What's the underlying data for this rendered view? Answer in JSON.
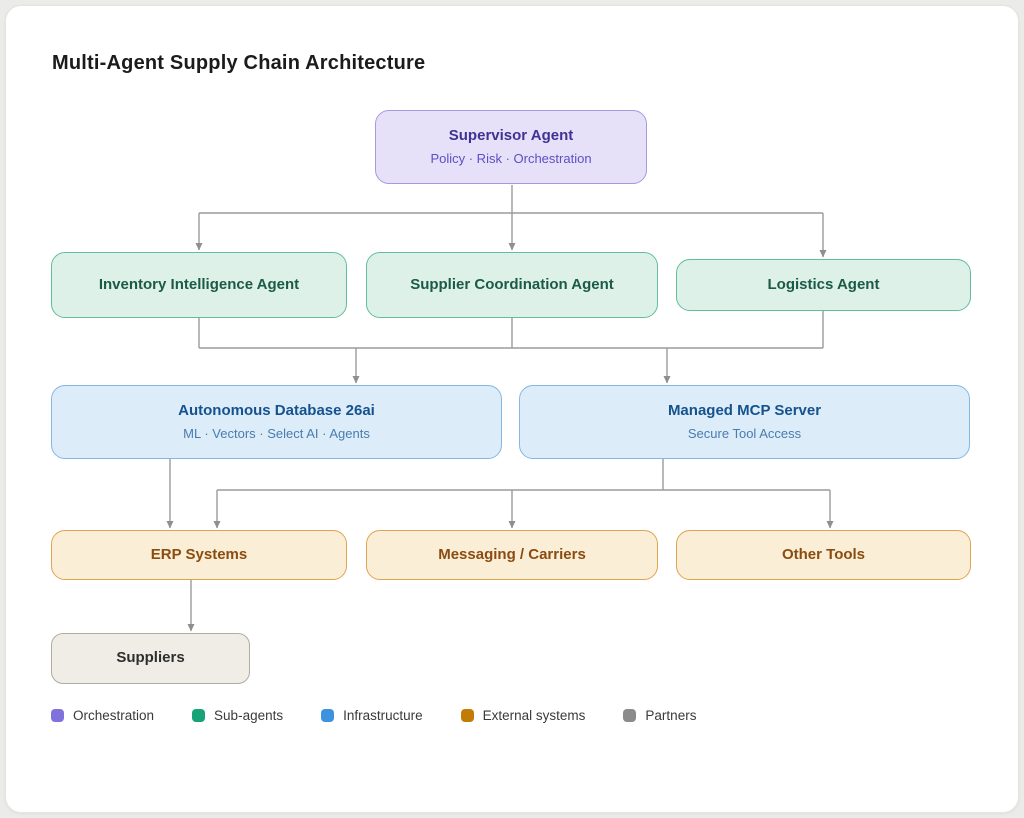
{
  "page": {
    "title": "Multi-Agent Supply Chain Architecture"
  },
  "nodes": {
    "supervisor": {
      "title": "Supervisor Agent",
      "subtitle": "Policy · Risk · Orchestration"
    },
    "inventory_agent": {
      "title": "Inventory Intelligence Agent"
    },
    "supplier_agent": {
      "title": "Supplier Coordination Agent"
    },
    "logistics_agent": {
      "title": "Logistics Agent"
    },
    "autonomous_db": {
      "title": "Autonomous Database 26ai",
      "subtitle": "ML · Vectors · Select AI · Agents"
    },
    "mcp_server": {
      "title": "Managed MCP Server",
      "subtitle": "Secure Tool Access"
    },
    "erp": {
      "title": "ERP Systems"
    },
    "messaging": {
      "title": "Messaging / Carriers"
    },
    "other_tools": {
      "title": "Other Tools"
    },
    "suppliers": {
      "title": "Suppliers"
    }
  },
  "edges": [
    {
      "from": "supervisor",
      "to": "inventory_agent"
    },
    {
      "from": "supervisor",
      "to": "supplier_agent"
    },
    {
      "from": "supervisor",
      "to": "logistics_agent"
    },
    {
      "from": "inventory_agent",
      "to": "autonomous_db"
    },
    {
      "from": "supplier_agent",
      "to": "autonomous_db"
    },
    {
      "from": "logistics_agent",
      "to": "autonomous_db"
    },
    {
      "from": "inventory_agent",
      "to": "mcp_server"
    },
    {
      "from": "supplier_agent",
      "to": "mcp_server"
    },
    {
      "from": "logistics_agent",
      "to": "mcp_server"
    },
    {
      "from": "autonomous_db",
      "to": "erp"
    },
    {
      "from": "mcp_server",
      "to": "erp"
    },
    {
      "from": "mcp_server",
      "to": "messaging"
    },
    {
      "from": "mcp_server",
      "to": "other_tools"
    },
    {
      "from": "erp",
      "to": "suppliers"
    }
  ],
  "legend": {
    "items": [
      {
        "label": "Orchestration",
        "color": "#7f72dd"
      },
      {
        "label": "Sub-agents",
        "color": "#17a377"
      },
      {
        "label": "Infrastructure",
        "color": "#3d92e0"
      },
      {
        "label": "External systems",
        "color": "#c27c06"
      },
      {
        "label": "Partners",
        "color": "#8b8b8b"
      }
    ]
  },
  "colors": {
    "orchestration_fill": "#e6e1f9",
    "subagent_fill": "#def1e8",
    "infrastructure_fill": "#dcecf9",
    "external_fill": "#fbeed6",
    "partner_fill": "#efede6",
    "connector": "#9b9b9b"
  }
}
